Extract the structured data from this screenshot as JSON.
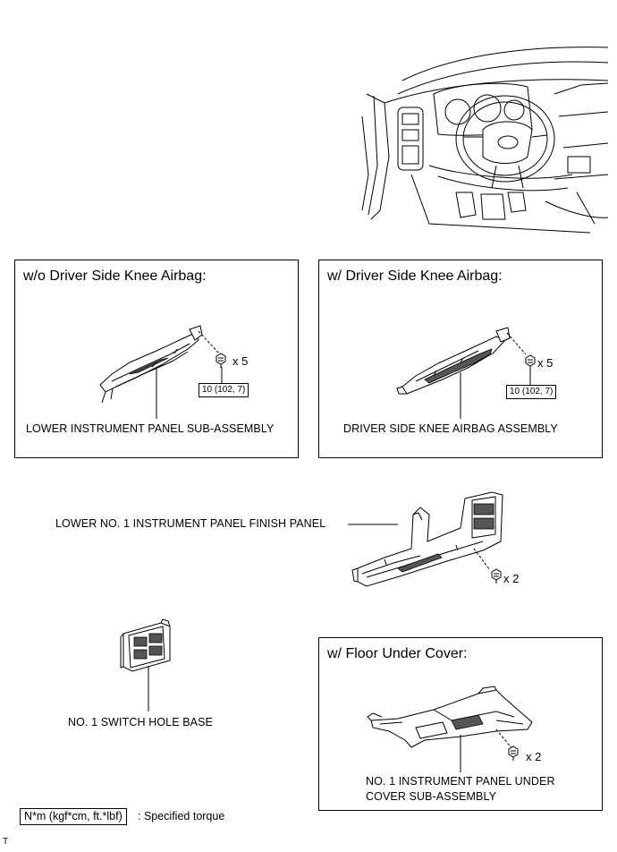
{
  "dashboard_illustration": {
    "icon": "vehicle-dashboard-drawing"
  },
  "panel_wo_airbag": {
    "title": "w/o Driver Side Knee Airbag:",
    "part_label": "LOWER INSTRUMENT PANEL SUB-ASSEMBLY",
    "bolt_qty": "x 5",
    "torque": "10 (102, 7)"
  },
  "panel_w_airbag": {
    "title": "w/ Driver Side Knee Airbag:",
    "part_label": "DRIVER SIDE KNEE AIRBAG ASSEMBLY",
    "bolt_qty": "x 5",
    "torque": "10 (102, 7)"
  },
  "finish_panel": {
    "part_label": "LOWER NO. 1 INSTRUMENT PANEL FINISH PANEL",
    "bolt_qty": "x 2"
  },
  "switch_hole": {
    "part_label": "NO. 1 SWITCH HOLE BASE"
  },
  "floor_under_cover": {
    "title": "w/ Floor Under Cover:",
    "part_label_line1": "NO. 1 INSTRUMENT PANEL UNDER",
    "part_label_line2": "COVER SUB-ASSEMBLY",
    "bolt_qty": "x 2"
  },
  "legend": {
    "unit_box": "N*m (kgf*cm, ft.*lbf)",
    "description": ": Specified torque"
  },
  "corner_mark": "T"
}
